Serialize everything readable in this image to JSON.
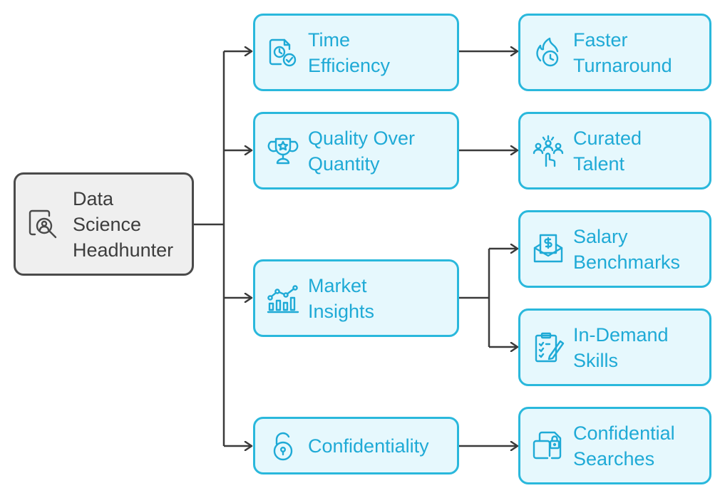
{
  "root": {
    "lines": [
      "Data",
      "Science",
      "Headhunter"
    ],
    "icon": "person-search-icon"
  },
  "branches": [
    {
      "key": "time",
      "lines": [
        "Time",
        "Efficiency"
      ],
      "icon": "document-clock-check-icon",
      "children": [
        {
          "lines": [
            "Faster",
            "Turnaround"
          ],
          "icon": "flame-clock-icon"
        }
      ]
    },
    {
      "key": "quality",
      "lines": [
        "Quality Over",
        "Quantity"
      ],
      "icon": "trophy-star-icon",
      "children": [
        {
          "lines": [
            "Curated",
            "Talent"
          ],
          "icon": "group-select-icon"
        }
      ]
    },
    {
      "key": "market",
      "lines": [
        "Market",
        "Insights"
      ],
      "icon": "chart-trend-icon",
      "children": [
        {
          "lines": [
            "Salary",
            "Benchmarks"
          ],
          "icon": "dollar-envelope-icon"
        },
        {
          "lines": [
            "In-Demand",
            "Skills"
          ],
          "icon": "clipboard-pencil-icon"
        }
      ]
    },
    {
      "key": "confidentiality",
      "lines": [
        "Confidentiality"
      ],
      "icon": "open-padlock-icon",
      "children": [
        {
          "lines": [
            "Confidential",
            "Searches"
          ],
          "icon": "folder-lock-icon"
        }
      ]
    }
  ],
  "colors": {
    "accent": "#2ab8dc",
    "accent_text": "#1faad6",
    "node_fill": "#e6f8fd",
    "root_border": "#4a4a4a",
    "root_fill": "#efefef",
    "connector": "#3a3a3a"
  }
}
